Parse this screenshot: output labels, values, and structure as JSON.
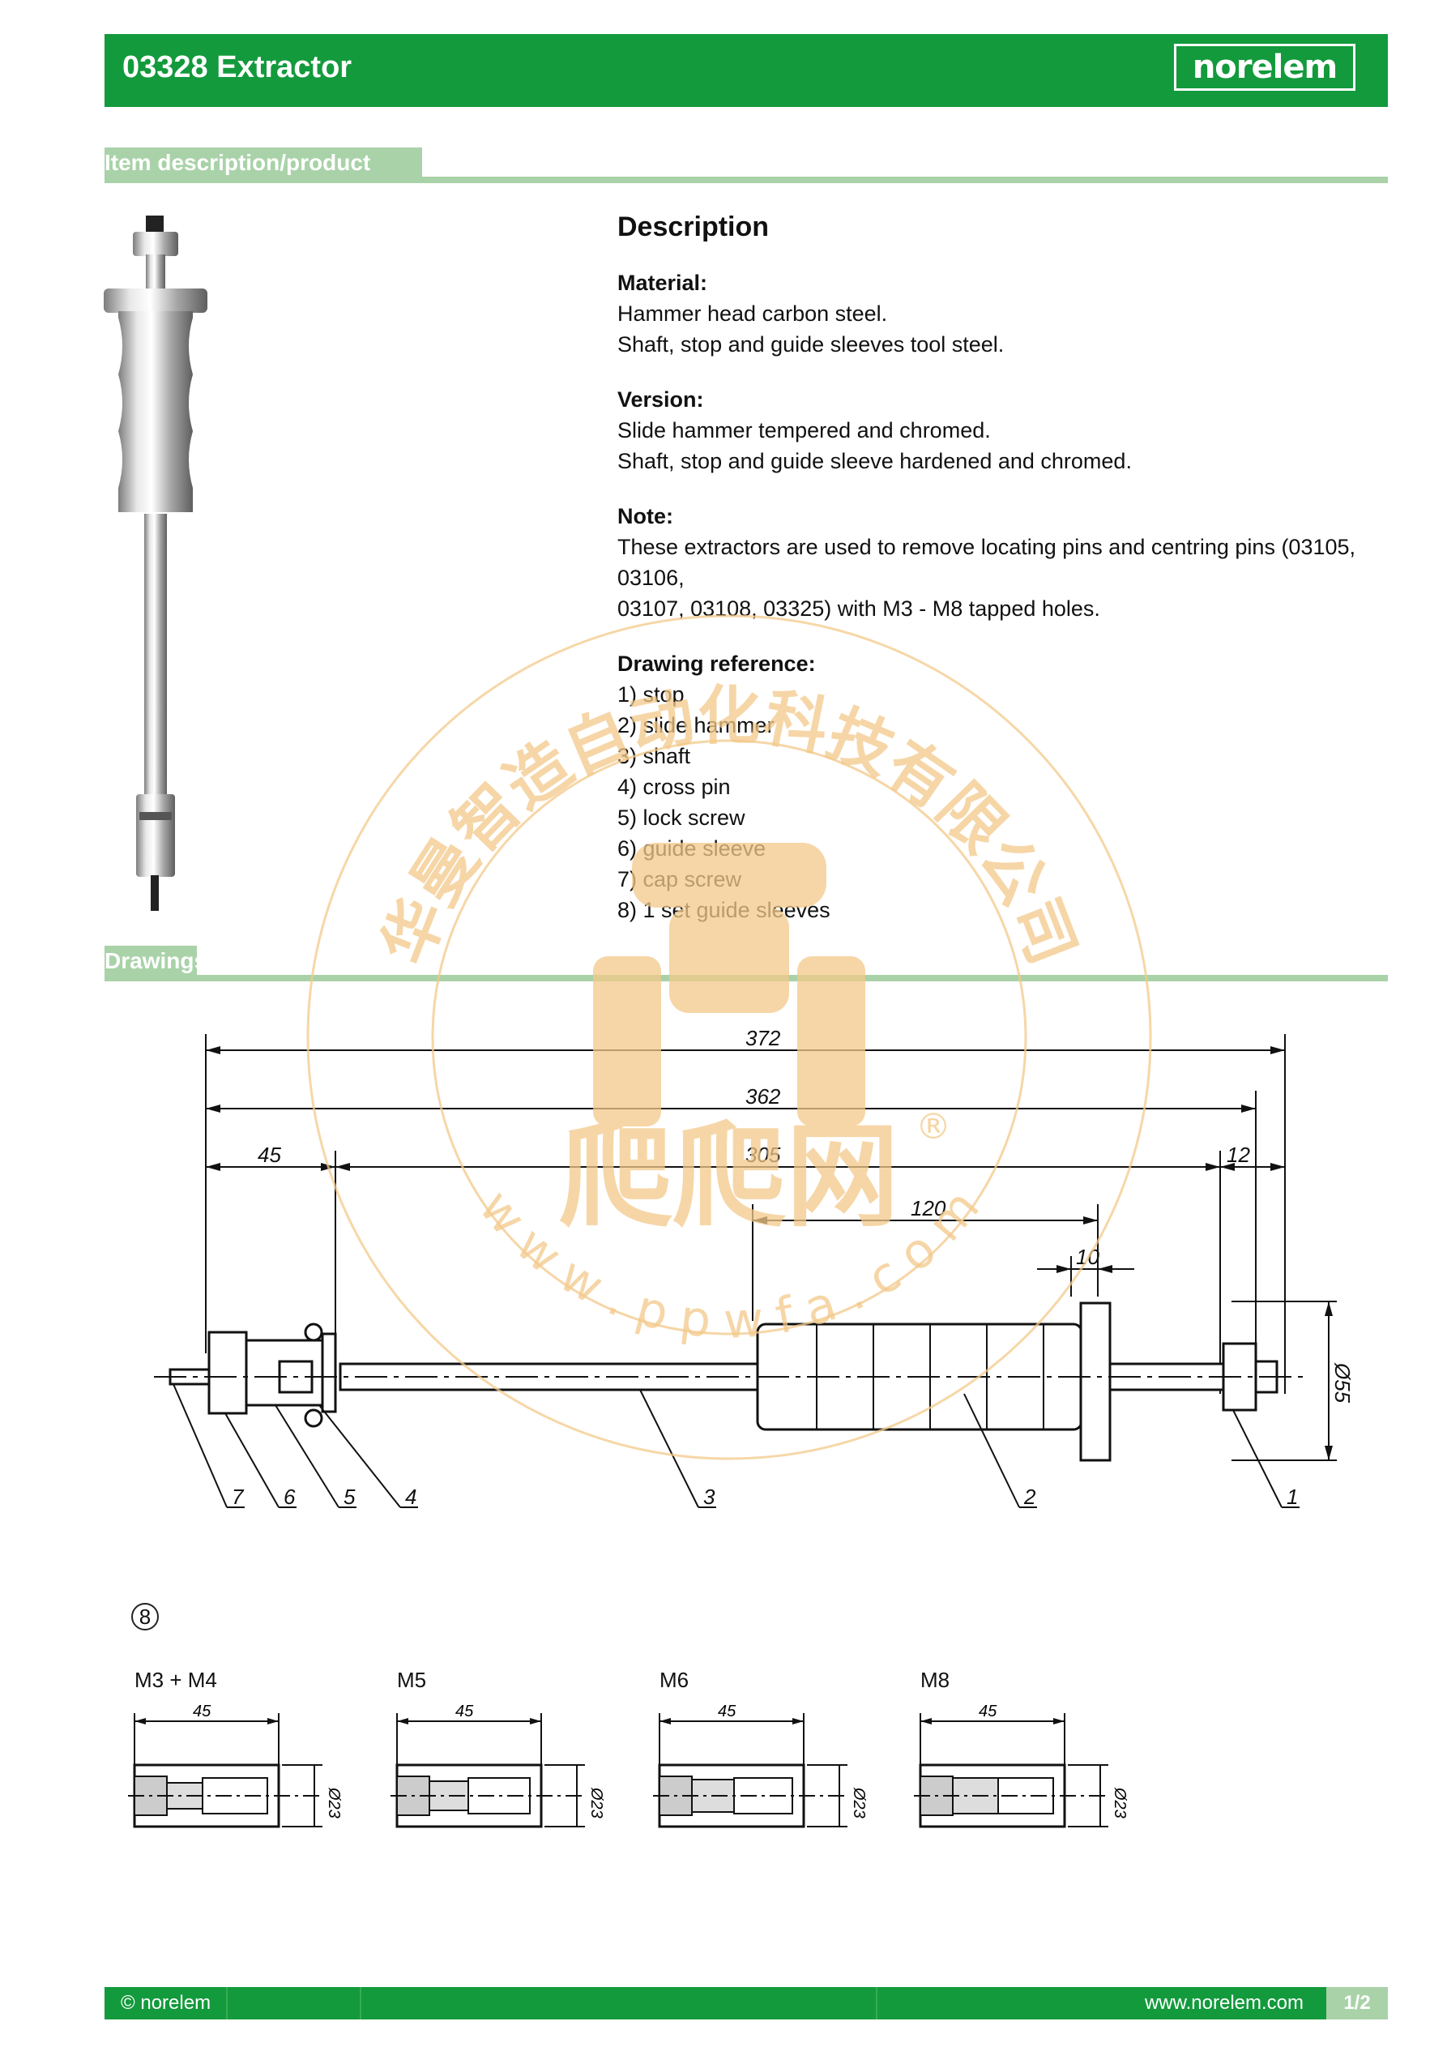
{
  "header": {
    "title": "03328 Extractor",
    "logo": "norelem"
  },
  "sections": {
    "item_description": "Item description/product images",
    "drawings": "Drawings"
  },
  "description": {
    "heading": "Description",
    "material": {
      "label": "Material:",
      "lines": [
        "Hammer head carbon steel.",
        "Shaft, stop and guide sleeves tool steel."
      ]
    },
    "version": {
      "label": "Version:",
      "lines": [
        "Slide hammer tempered and chromed.",
        "Shaft, stop and guide sleeve hardened and chromed."
      ]
    },
    "note": {
      "label": "Note:",
      "lines": [
        "These extractors are used to remove locating pins and centring pins (03105, 03106,",
        "03107, 03108, 03325) with M3 - M8 tapped holes."
      ]
    },
    "reference": {
      "label": "Drawing reference:",
      "items": [
        "1) stop",
        "2) slide hammer",
        "3) shaft",
        "4) cross pin",
        "5) lock screw",
        "6) guide sleeve",
        "7) cap screw",
        "8) 1 set guide sleeves"
      ]
    }
  },
  "drawing": {
    "dimensions": {
      "overall": "372",
      "second": "362",
      "left": "45",
      "middle": "305",
      "right": "12",
      "hammer": "120",
      "flange": "10",
      "diameter": "Ø55"
    },
    "callouts": [
      "7",
      "6",
      "5",
      "4",
      "3",
      "2",
      "1"
    ]
  },
  "guide_sleeves": {
    "marker": "8",
    "items": [
      {
        "label": "M3 + M4",
        "length": "45",
        "diameter": "Ø23"
      },
      {
        "label": "M5",
        "length": "45",
        "diameter": "Ø23"
      },
      {
        "label": "M6",
        "length": "45",
        "diameter": "Ø23"
      },
      {
        "label": "M8",
        "length": "45",
        "diameter": "Ø23"
      }
    ]
  },
  "watermark": {
    "company": "华曼智造自动化科技有限公司",
    "brand": "爬爬网",
    "url": "w w w . p p w f a . c o m",
    "registered": "®"
  },
  "footer": {
    "copyright": "© norelem",
    "url": "www.norelem.com",
    "page": "1/2"
  },
  "colors": {
    "brand_green": "#139a3c",
    "light_green": "#a9d2a8",
    "watermark": "#f3c98a"
  }
}
